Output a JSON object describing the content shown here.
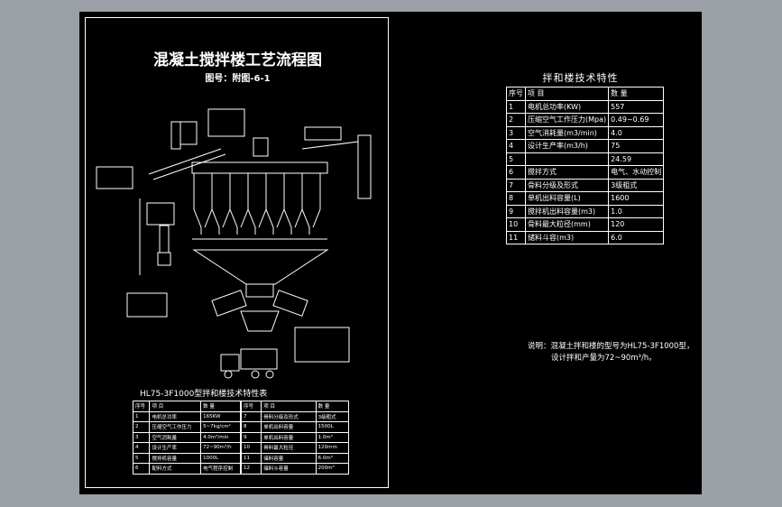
{
  "main_title": "混凝土搅拌楼工艺流程图",
  "drawing_no": "图号：附图-6-1",
  "right_table": {
    "title": "拌和楼技术特性",
    "headers": [
      "序号",
      "项  目",
      "数 量"
    ],
    "rows": [
      [
        "1",
        "电机总功率(KW)",
        "557"
      ],
      [
        "2",
        "压缩空气工作压力(Mpa)",
        "0.49~0.69"
      ],
      [
        "3",
        "空气消耗量(m3/min)",
        "4.0"
      ],
      [
        "4",
        "设计生产率(m3/h)",
        "75"
      ],
      [
        "5",
        "",
        "24.59"
      ],
      [
        "6",
        "搅拌方式",
        "电气、水动控制"
      ],
      [
        "7",
        "骨料分级及形式",
        "3级粗式"
      ],
      [
        "8",
        "单机出料容量(L)",
        "1600"
      ],
      [
        "9",
        "搅拌机出料容量(m3)",
        "1.0"
      ],
      [
        "10",
        "骨料最大粒径(mm)",
        "120"
      ],
      [
        "11",
        "储料斗容(m3)",
        "6.0"
      ]
    ]
  },
  "bottom_table": {
    "title": "HL75-3F1000型拌和楼技术特性表",
    "headers_left": [
      "序号",
      "项  目",
      "数 量"
    ],
    "headers_right": [
      "序号",
      "项  目",
      "数 量"
    ],
    "rows_left": [
      [
        "1",
        "电机总功率",
        "165KW"
      ],
      [
        "2",
        "压缩空气工作压力",
        "5~7kg/cm²"
      ],
      [
        "3",
        "空气消耗量",
        "4.0m³/min"
      ],
      [
        "4",
        "设计生产率",
        "72~90m³/h"
      ],
      [
        "5",
        "搅拌机容量",
        "1000L"
      ],
      [
        "6",
        "配料方式",
        "电气程序控制"
      ]
    ],
    "rows_right": [
      [
        "7",
        "骨料分级及形式",
        "3级粗式"
      ],
      [
        "8",
        "单机出料容量",
        "1500L"
      ],
      [
        "9",
        "单机出料容量",
        "1.0m³"
      ],
      [
        "10",
        "骨料最大粒径",
        "120mm"
      ],
      [
        "11",
        "储料容量",
        "6.0m³"
      ],
      [
        "12",
        "储料斗容量",
        "200m³"
      ]
    ]
  },
  "note": {
    "label": "说明：",
    "line1": "混凝土拌和楼的型号为HL75-3F1000型，",
    "line2": "设计拌和产量为72~90m³/h。"
  },
  "colors": {
    "background": "#9aa0a6",
    "sheet": "#000000",
    "lines": "#ffffff"
  }
}
